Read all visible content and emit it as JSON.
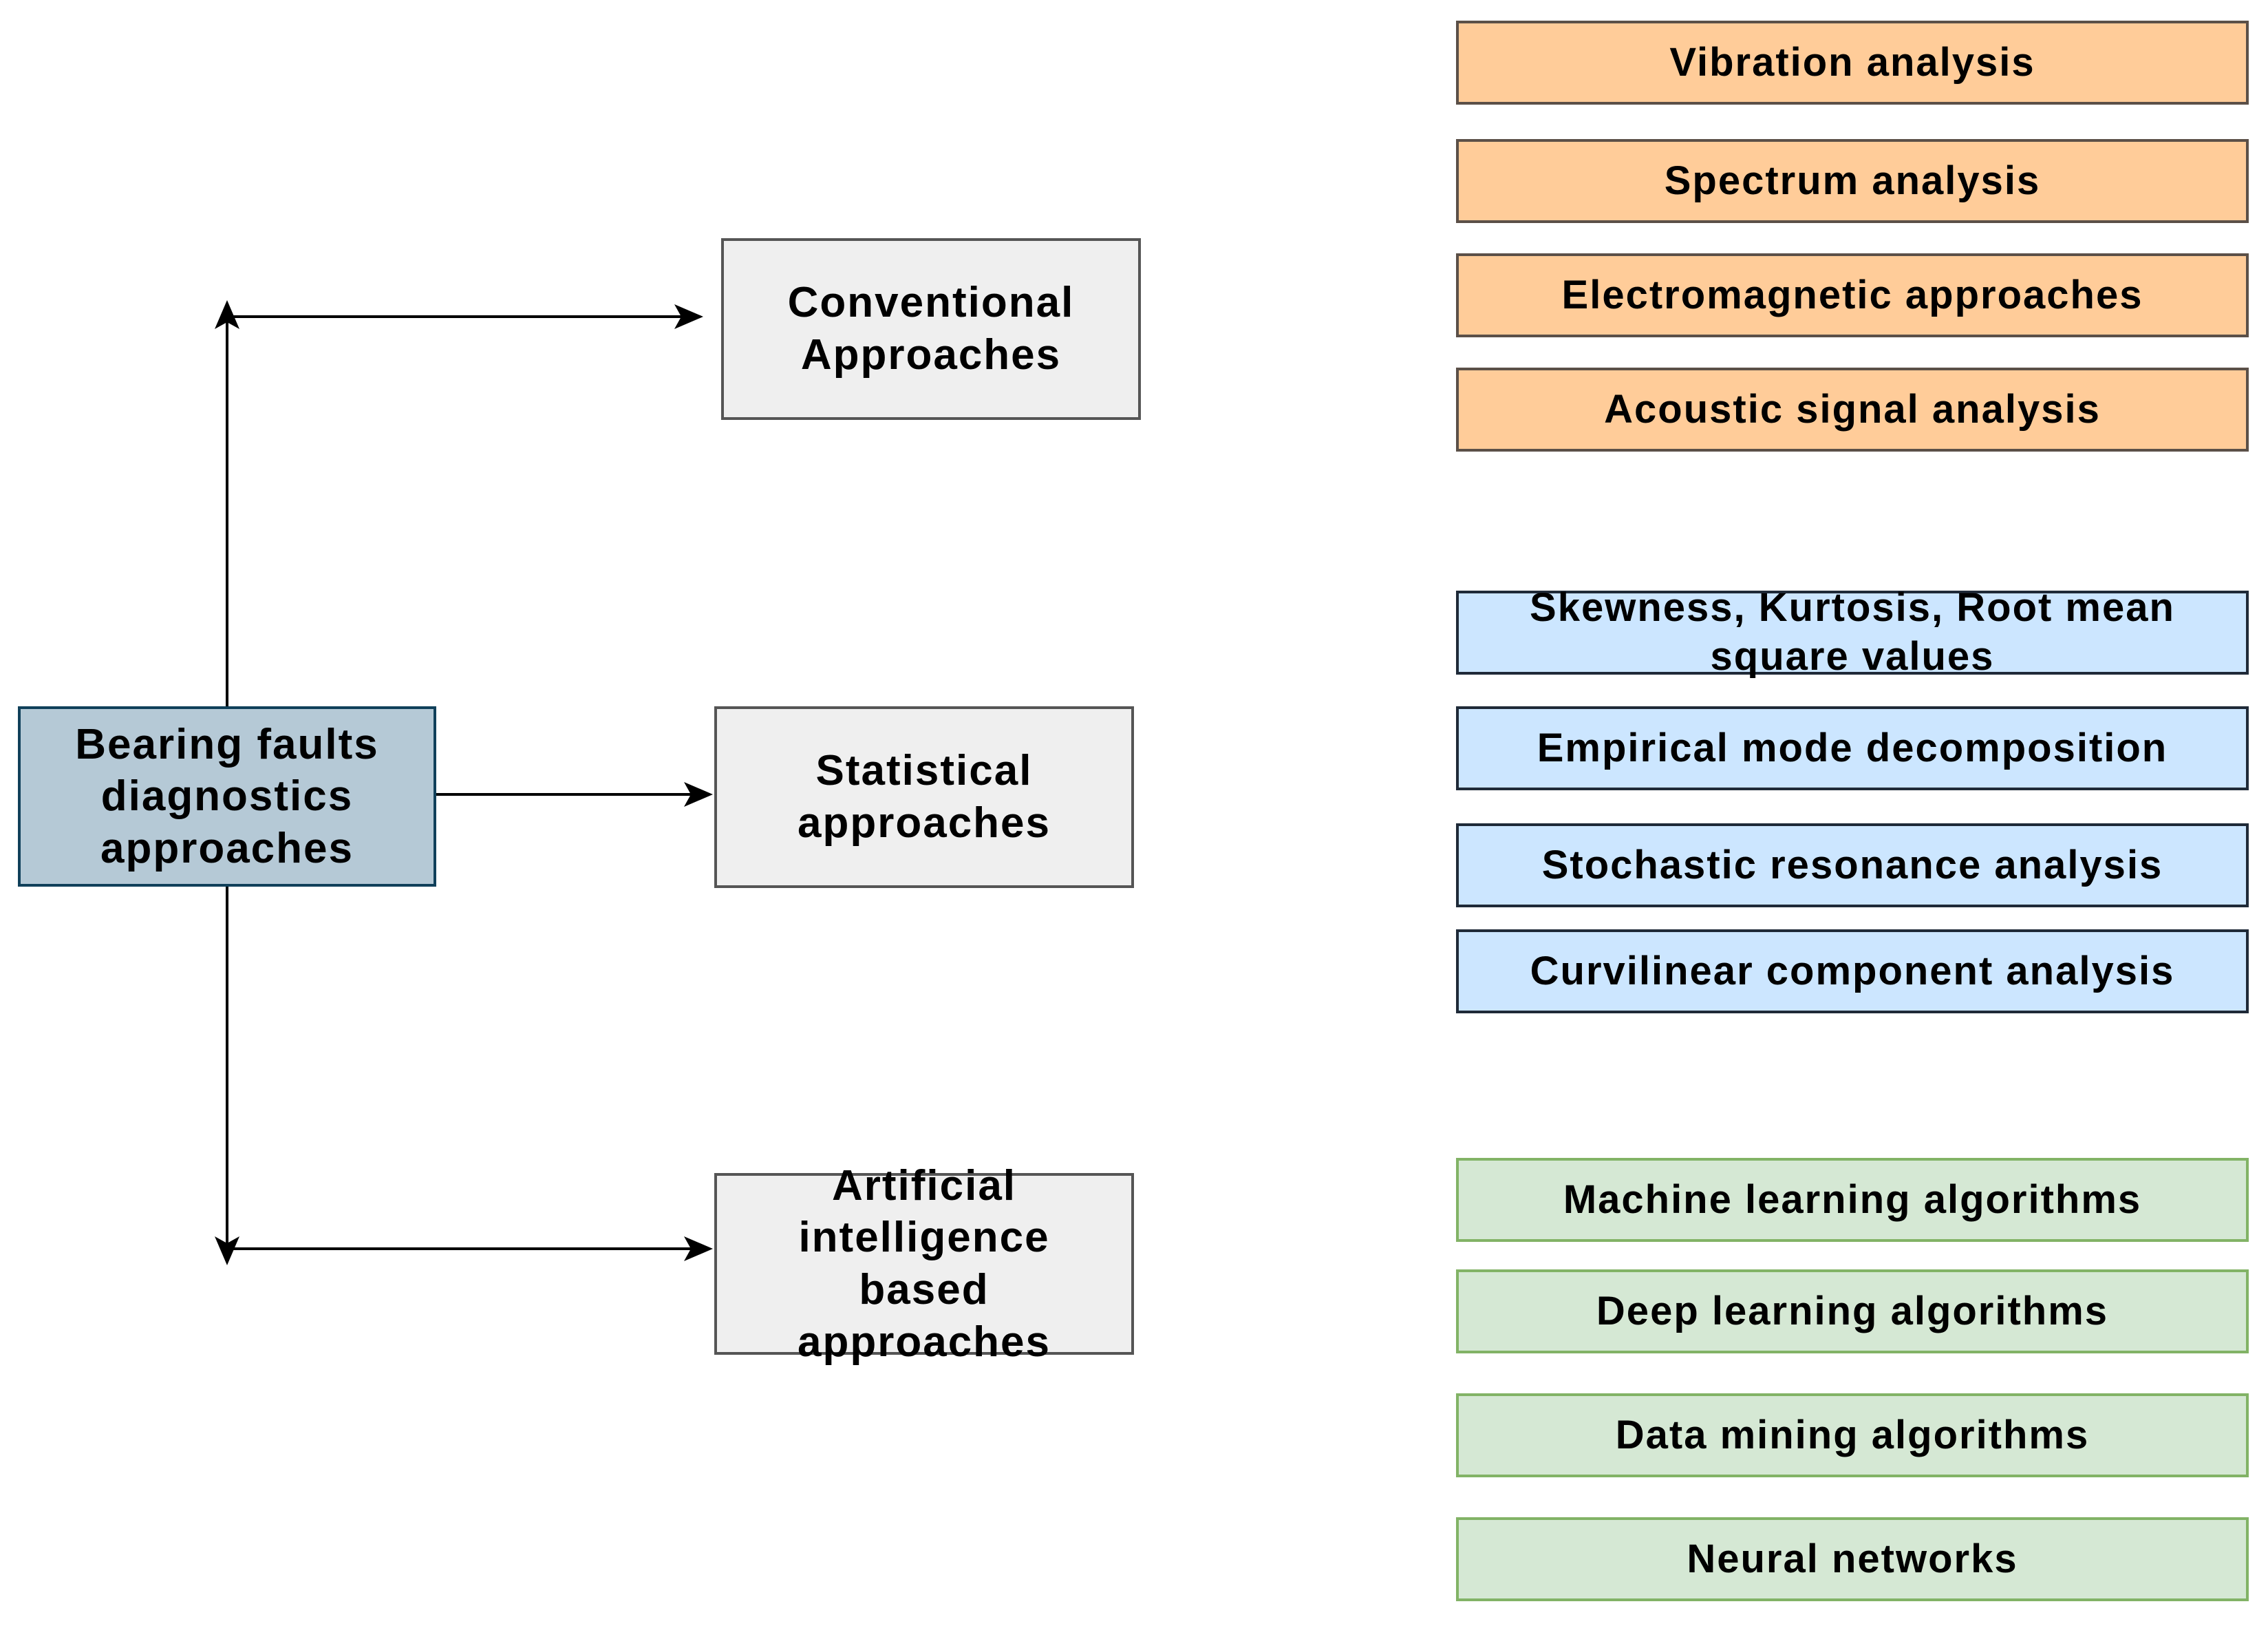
{
  "root": {
    "label": "Bearing faults\ndiagnostics\napproaches"
  },
  "categories": [
    {
      "label": "Conventional\nApproaches",
      "fill": "#efefef",
      "items": [
        "Vibration analysis",
        "Spectrum analysis",
        "Electromagnetic approaches",
        "Acoustic signal analysis"
      ],
      "item_fill": "#ffcc99"
    },
    {
      "label": "Statistical\napproaches",
      "fill": "#efefef",
      "items": [
        "Skewness, Kurtosis, Root mean\nsquare values",
        "Empirical mode decomposition",
        "Stochastic resonance analysis",
        "Curvilinear component analysis"
      ],
      "item_fill": "#cce6ff"
    },
    {
      "label": "Artificial\nintelligence\nbased\napproaches",
      "fill": "#efefef",
      "items": [
        "Machine learning algorithms",
        "Deep learning algorithms",
        "Data mining algorithms",
        "Neural networks"
      ],
      "item_fill": "#d5e8d4"
    }
  ],
  "colors": {
    "root_fill": "#b5c9d6",
    "root_border": "#10405a",
    "arrow": "#000000"
  }
}
